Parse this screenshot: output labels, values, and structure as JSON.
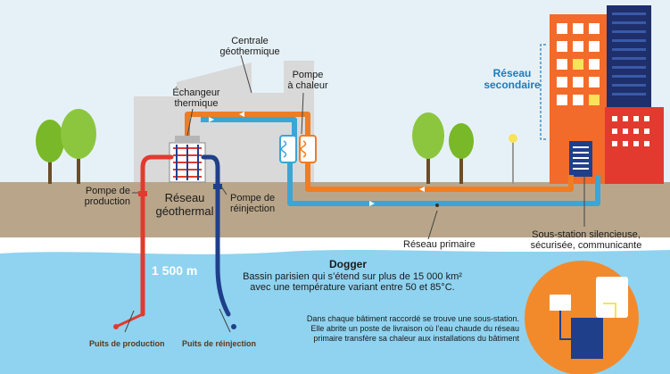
{
  "labels": {
    "centrale": "Centrale\ngéothermique",
    "pompe_chaleur": "Pompe\nà chaleur",
    "echangeur": "Échangeur\nthermique",
    "reseau_secondaire": "Réseau\nsecondaire",
    "pompe_production": "Pompe de\nproduction",
    "reseau_geothermal": "Réseau\ngéothermal",
    "pompe_reinjection": "Pompe de\nréinjection",
    "reseau_primaire": "Réseau primaire",
    "sous_station": "Sous-station silencieuse,\nsécurisée, communicante",
    "depth": "1 500 m",
    "dogger_title": "Dogger",
    "dogger_text": "Bassin parisien qui s’étend sur plus de 15 000 km²\navec une température variant entre 50 et 85°C.",
    "batiment_text": "Dans chaque bâtiment raccordé se trouve une sous-station.\nElle abrite un poste de livraison où l’eau chaude du réseau\nprimaire transfère sa chaleur aux installations du bâtiment",
    "puits_production": "Puits de production",
    "puits_reinjection": "Puits de réinjection"
  },
  "colors": {
    "sky": "#e6f1f7",
    "ground": "#b9a68a",
    "aquifer": "#8fd3f0",
    "hot": "#e23a2e",
    "cold": "#1f3f8a",
    "primary_hot": "#f07d22",
    "primary_cold": "#3aa6d8",
    "tree": "#79b828",
    "label_blue": "#1b7bbf"
  }
}
